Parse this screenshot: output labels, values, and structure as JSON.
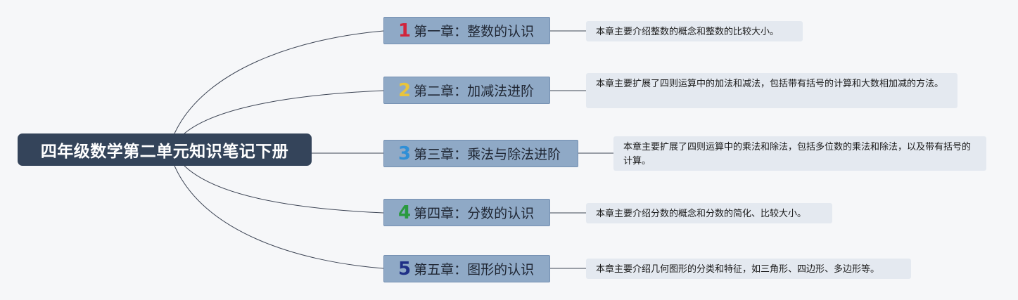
{
  "root": {
    "title": "四年级数学第二单元知识笔记下册"
  },
  "chapters": [
    {
      "number": "1",
      "number_color": "#d1243b",
      "title": "第一章：整数的认识",
      "note": "本章主要介绍整数的概念和整数的比较大小。"
    },
    {
      "number": "2",
      "number_color": "#e8c43d",
      "title": "第二章：加减法进阶",
      "note": "本章主要扩展了四则运算中的加法和减法，包括带有括号的计算和大数相加减的方法。"
    },
    {
      "number": "3",
      "number_color": "#2f8fd6",
      "title": "第三章：乘法与除法进阶",
      "note": "本章主要扩展了四则运算中的乘法和除法，包括多位数的乘法和除法，以及带有括号的计算。"
    },
    {
      "number": "4",
      "number_color": "#2a9a3e",
      "title": "第四章：分数的认识",
      "note": "本章主要介绍分数的概念和分数的简化、比较大小。"
    },
    {
      "number": "5",
      "number_color": "#1f2f86",
      "title": "第五章：图形的认识",
      "note": "本章主要介绍几何图形的分类和特征，如三角形、四边形、多边形等。"
    }
  ]
}
